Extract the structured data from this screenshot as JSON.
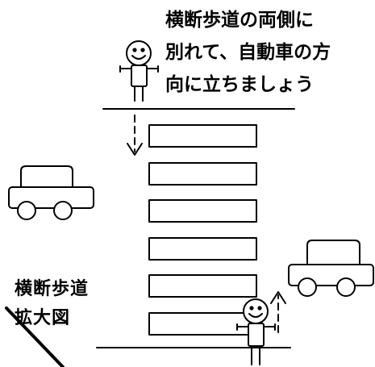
{
  "instruction": {
    "lines": [
      "横断歩道の両側に",
      "別れて、自動車の方",
      "向に立ちましょう"
    ]
  },
  "label": {
    "lines": [
      "横断歩道",
      "拡大図"
    ]
  },
  "icons": [
    "pedestrian-top-icon",
    "pedestrian-bottom-icon",
    "car-left-icon",
    "car-right-icon",
    "down-arrow-icon",
    "up-arrow-icon"
  ],
  "colors": {
    "stroke": "#000000",
    "background": "#ffffff"
  }
}
